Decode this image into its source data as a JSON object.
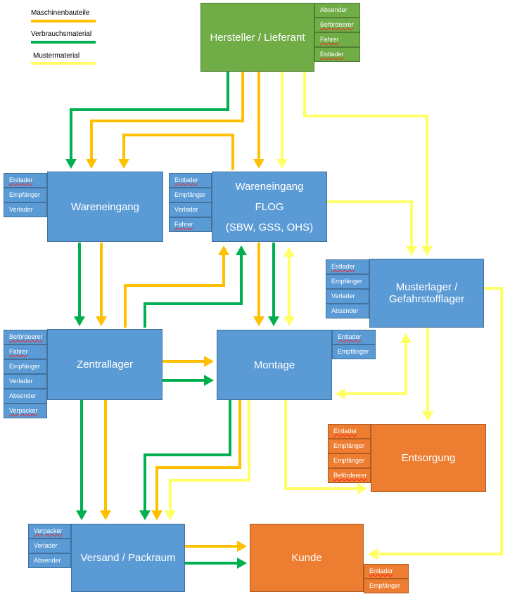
{
  "colors": {
    "machine_parts": "#ffc000",
    "consumables": "#00b050",
    "samples": "#ffff66"
  },
  "legend": [
    {
      "label": "Maschinenbauteile",
      "color": "#ffc000"
    },
    {
      "label": "Verbrauchsmaterial",
      "color": "#00b050"
    },
    {
      "label": "Mustermaterial",
      "color": "#ffff66"
    }
  ],
  "nodes": {
    "hersteller": {
      "title": "Hersteller / Lieferant",
      "roles": [
        "Absender",
        "Befördeerer",
        "Fahrer",
        "Entlader"
      ]
    },
    "wareneingang": {
      "title": "Wareneingang",
      "roles": [
        "Entlader",
        "Empfänger",
        "Verlader"
      ]
    },
    "wareneingang_flog": {
      "lines": [
        "Wareneingang",
        "FLOG",
        "(SBW, GSS, OHS)"
      ],
      "roles": [
        "Entlader",
        "Empfänger",
        "Verlader",
        "Fahrer"
      ]
    },
    "musterlager": {
      "lines": [
        "Musterlager /",
        "Gefahrstofflager"
      ],
      "roles": [
        "Entlader",
        "Empfänger",
        "Verlader",
        "Absender"
      ]
    },
    "zentrallager": {
      "title": "Zentrallager",
      "roles": [
        "Befördeerer",
        "Fahrer",
        "Empfänger",
        "Verlader",
        "Absender",
        "Verpacker"
      ]
    },
    "montage": {
      "title": "Montage",
      "roles": [
        "Entlader",
        "Empfänger"
      ]
    },
    "entsorgung": {
      "title": "Entsorgung",
      "roles": [
        "Entlader",
        "Empfänger",
        "Empfänger",
        "Befördeerer"
      ]
    },
    "versand": {
      "title": "Versand / Packraum",
      "roles": [
        "Verpacker",
        "Verlader",
        "Absender"
      ]
    },
    "kunde": {
      "title": "Kunde",
      "roles": [
        "Entlader",
        "Empfänger"
      ]
    }
  }
}
